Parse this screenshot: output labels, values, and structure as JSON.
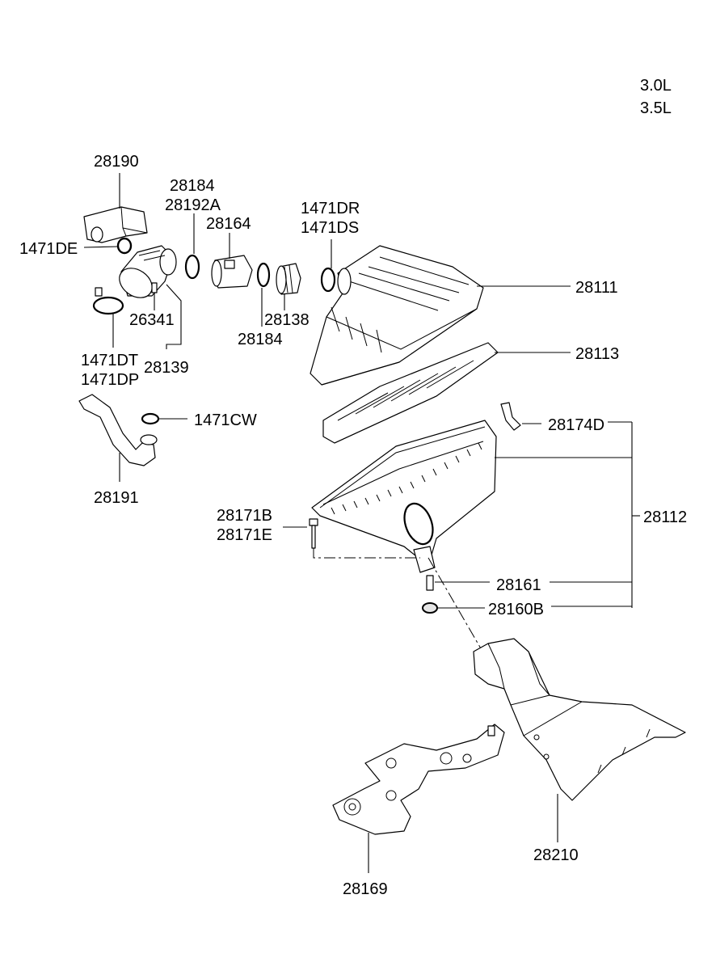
{
  "engine": [
    "3.0L",
    "3.5L"
  ],
  "labels": {
    "p28190": "28190",
    "p1471DE": "1471DE",
    "p28184_top": "28184",
    "p28192A": "28192A",
    "p28164": "28164",
    "p1471DR": "1471DR",
    "p1471DS": "1471DS",
    "p28111": "28111",
    "p26341": "26341",
    "p28138": "28138",
    "p28184_bot": "28184",
    "p1471DT": "1471DT",
    "p1471DP": "1471DP",
    "p28139": "28139",
    "p28113": "28113",
    "p1471CW": "1471CW",
    "p28174D": "28174D",
    "p28191": "28191",
    "p28112": "28112",
    "p28171B": "28171B",
    "p28171E": "28171E",
    "p28161": "28161",
    "p28160B": "28160B",
    "p28210": "28210",
    "p28169": "28169"
  }
}
